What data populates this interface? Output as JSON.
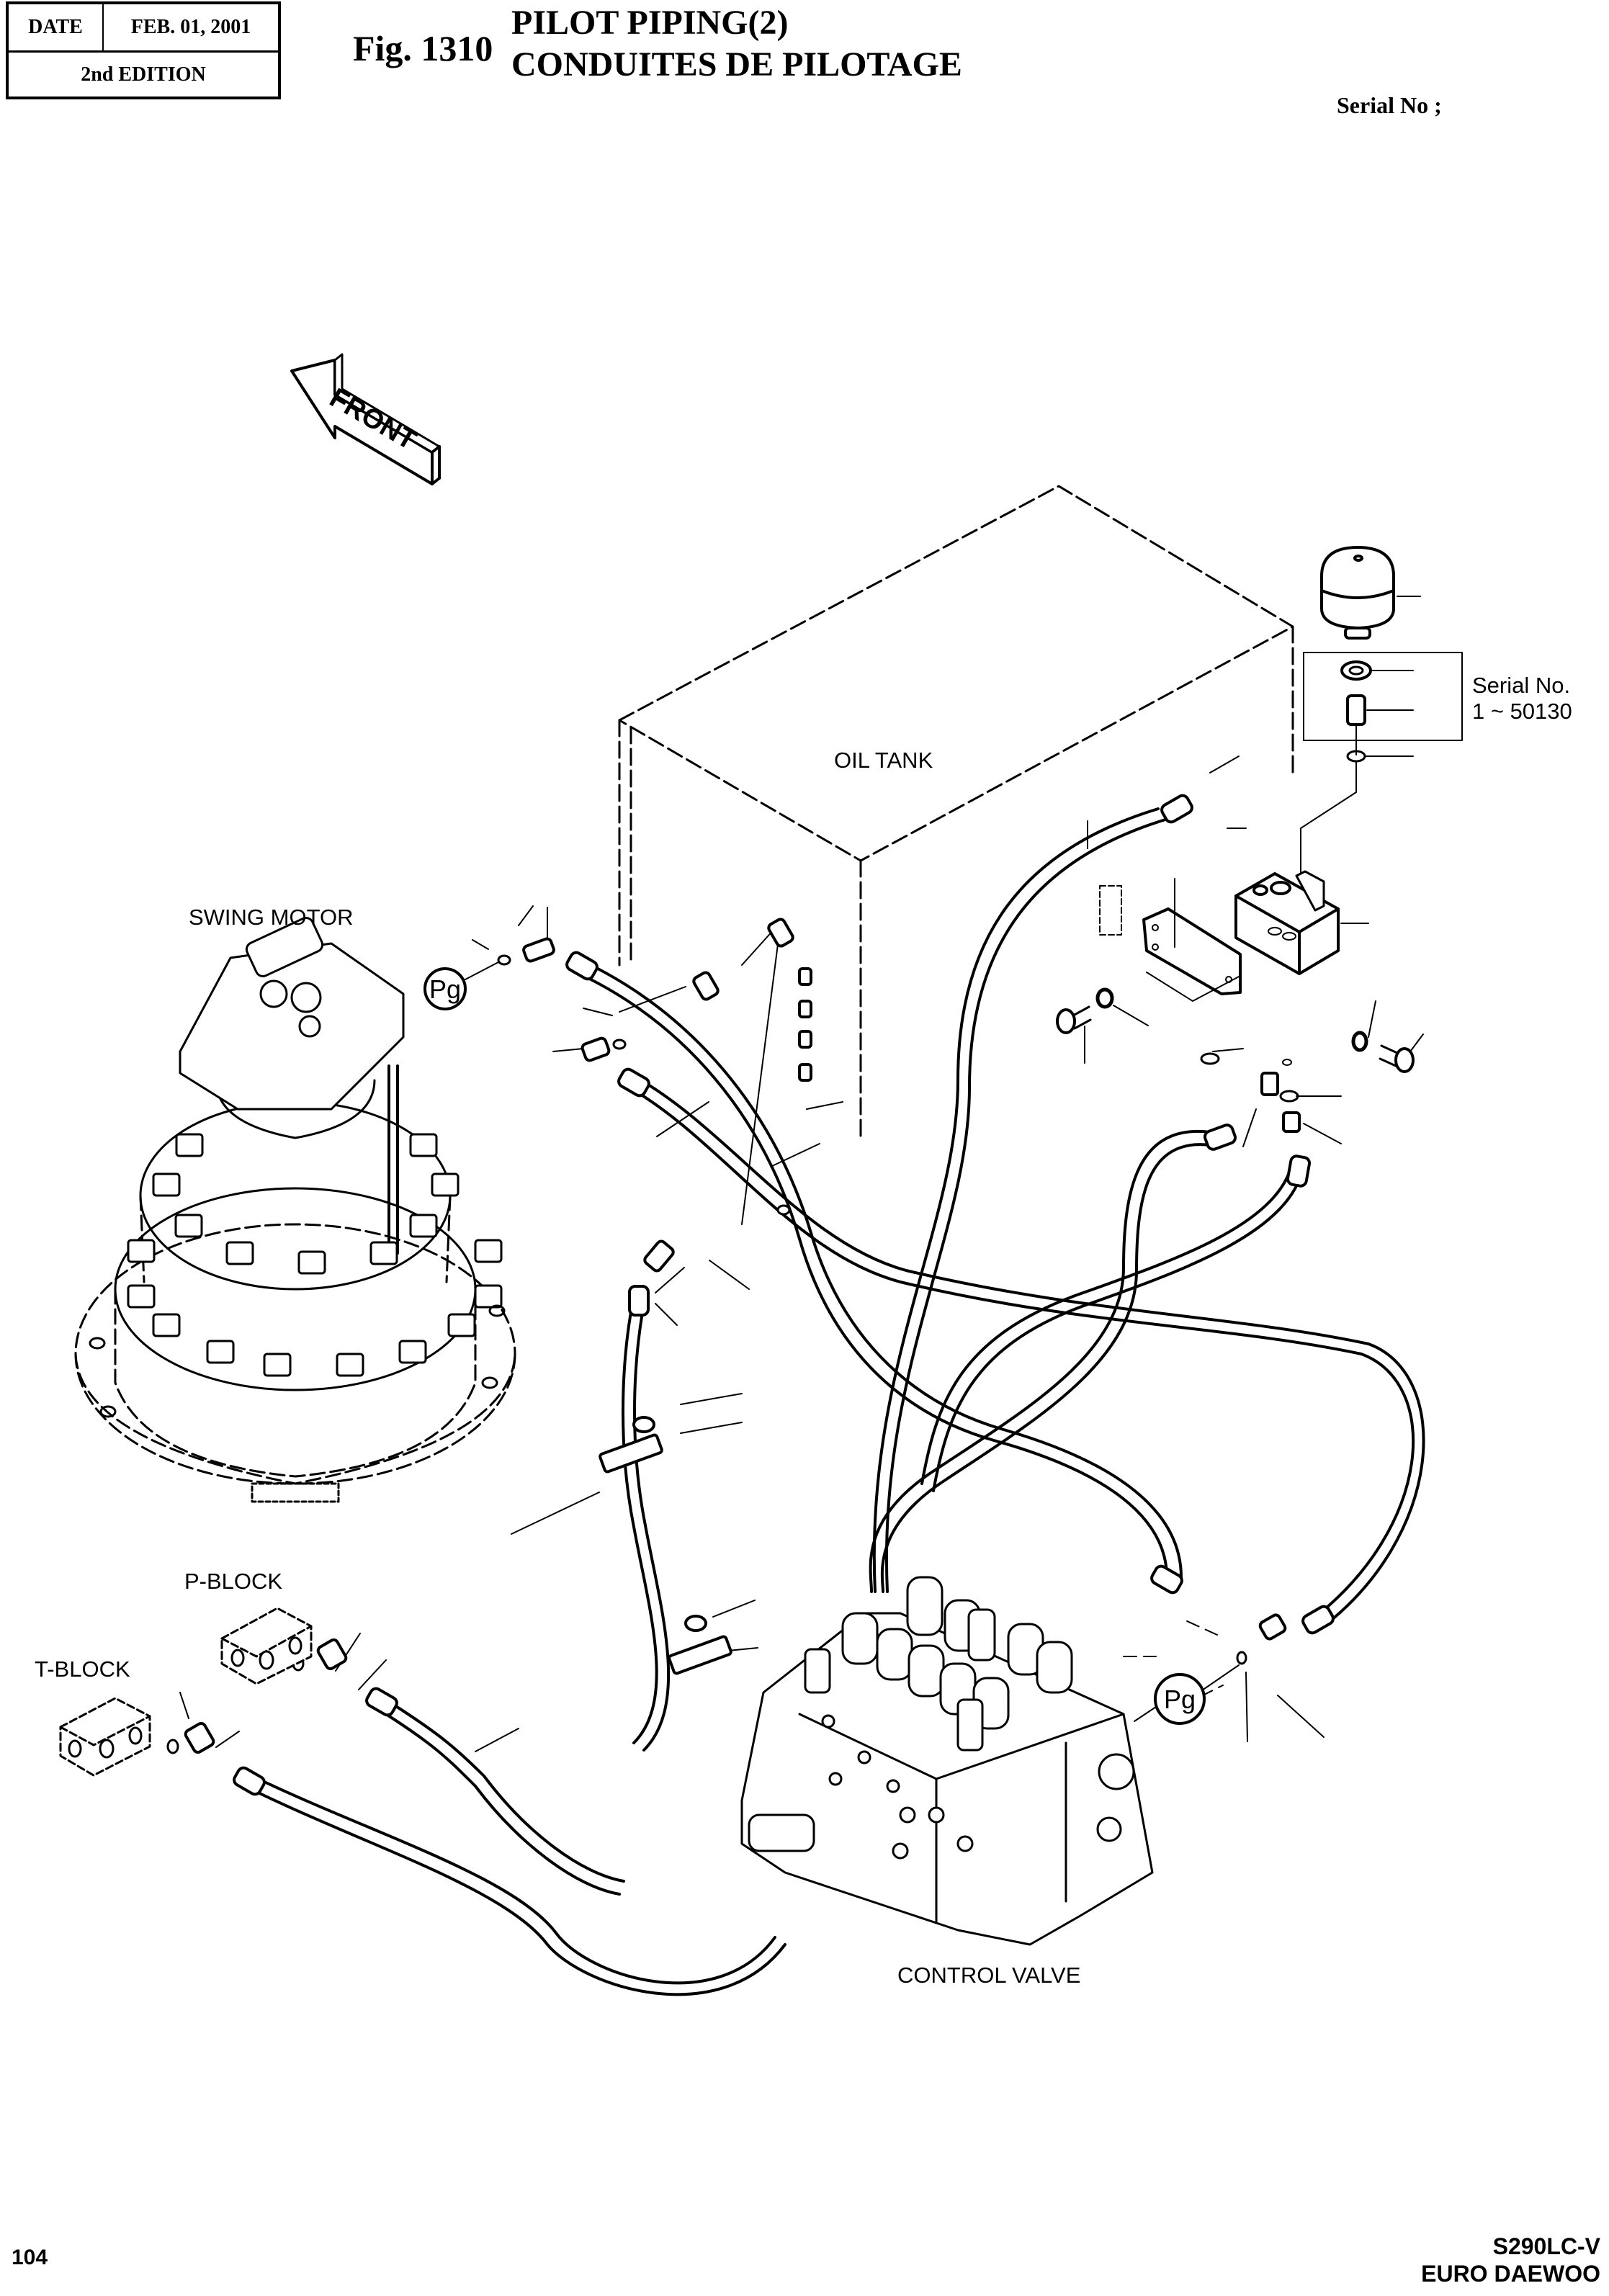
{
  "header": {
    "date_label": "DATE",
    "date_value": "FEB. 01, 2001",
    "edition": "2nd EDITION",
    "figure_number": "Fig. 1310",
    "title_en": "PILOT PIPING(2)",
    "title_fr": "CONDUITES DE PILOTAGE",
    "serial_label": "Serial No ;"
  },
  "diagram": {
    "front_arrow_label": "FRONT",
    "components": {
      "oil_tank": "OIL TANK",
      "swing_motor": "SWING MOTOR",
      "control_valve": "CONTROL VALVE",
      "p_block": "P-BLOCK",
      "t_block": "T-BLOCK"
    },
    "serial_note": {
      "line1": "Serial No.",
      "line2": "1 ~ 50130"
    },
    "pressure_gauge_ports": [
      "Pg",
      "Pg"
    ]
  },
  "footer": {
    "page_number": "104",
    "model": "S290LC-V",
    "brand": "EURO DAEWOO"
  }
}
